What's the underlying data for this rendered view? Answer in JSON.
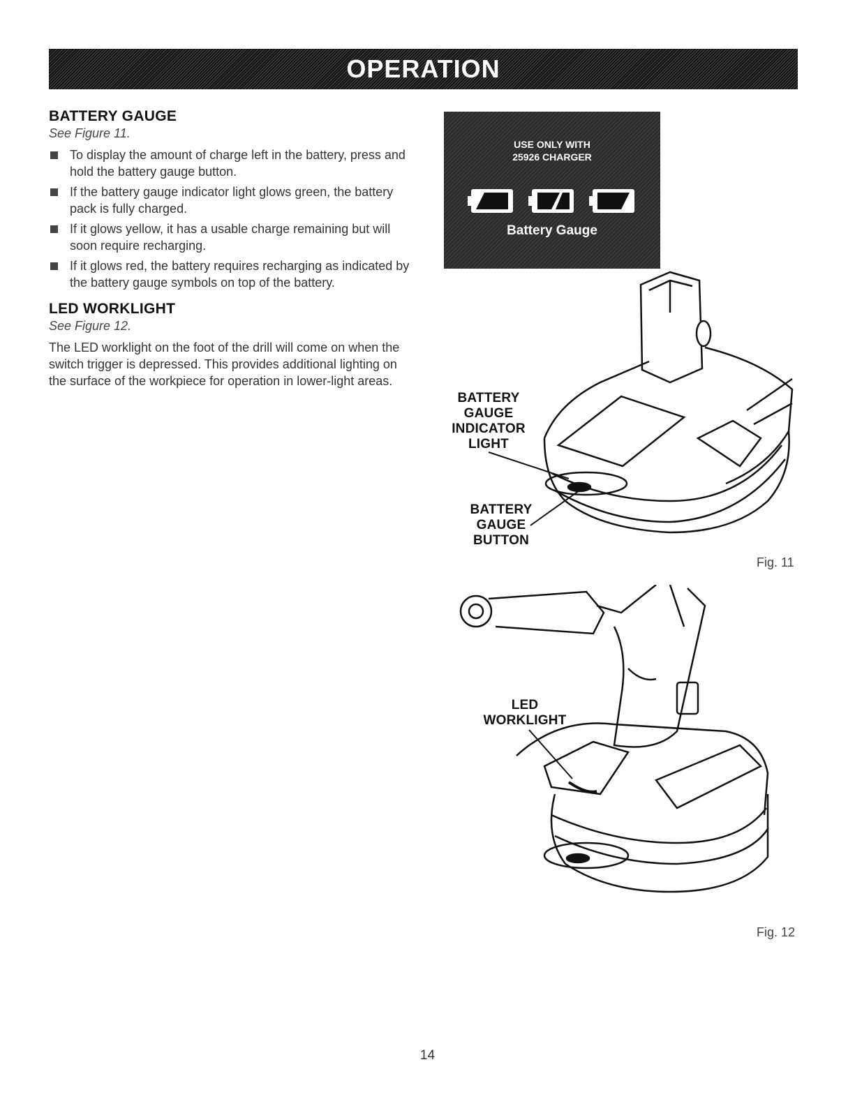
{
  "header": {
    "title": "OPERATION"
  },
  "section1": {
    "heading": "BATTERY GAUGE",
    "see": "See Figure 11.",
    "bullets": [
      "To display the amount of charge left in the battery, press and hold the battery gauge button.",
      "If the battery gauge indicator light glows green, the battery pack is fully charged.",
      "If it glows yellow, it has a usable charge remaining but will soon require recharging.",
      "If it glows red, the battery requires recharging as indicated by the battery gauge symbols on top of the battery."
    ]
  },
  "section2": {
    "heading": "LED WORKLIGHT",
    "see": "See Figure 12.",
    "body": "The LED worklight on the foot of the drill will come on when the switch trigger is depressed. This provides additional lighting on the surface of the workpiece for operation in lower-light areas."
  },
  "figure11": {
    "decal_line1": "USE ONLY WITH",
    "decal_line2": "25926 CHARGER",
    "decal_caption": "Battery Gauge",
    "callout1": [
      "BATTERY",
      "GAUGE",
      "INDICATOR",
      "LIGHT"
    ],
    "callout2": [
      "BATTERY",
      "GAUGE",
      "BUTTON"
    ],
    "label": "Fig. 11"
  },
  "figure12": {
    "callout": [
      "LED",
      "WORKLIGHT"
    ],
    "label": "Fig. 12"
  },
  "footer": {
    "page_number": "14"
  }
}
